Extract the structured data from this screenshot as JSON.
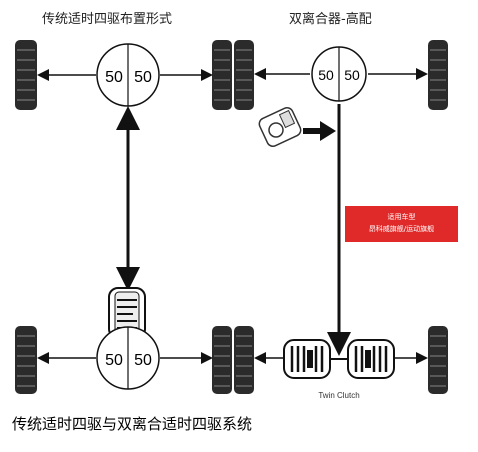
{
  "titles": {
    "left": "传统适时四驱布置形式",
    "right": "双离合器-高配"
  },
  "differential_labels": {
    "front_left_l": "50",
    "front_left_r": "50",
    "front_right_l": "50",
    "front_right_r": "50",
    "rear_left_l": "50",
    "rear_left_r": "50"
  },
  "twin_clutch_label": "Twin Clutch",
  "tag": {
    "line1": "适用车型",
    "line2": "昂科威旗舰/运动旗舰"
  },
  "caption": "传统适时四驱与双离合适时四驱系统",
  "colors": {
    "accent_red": "#e02a2a",
    "tire": "#2b2b2b",
    "line": "#111111"
  }
}
